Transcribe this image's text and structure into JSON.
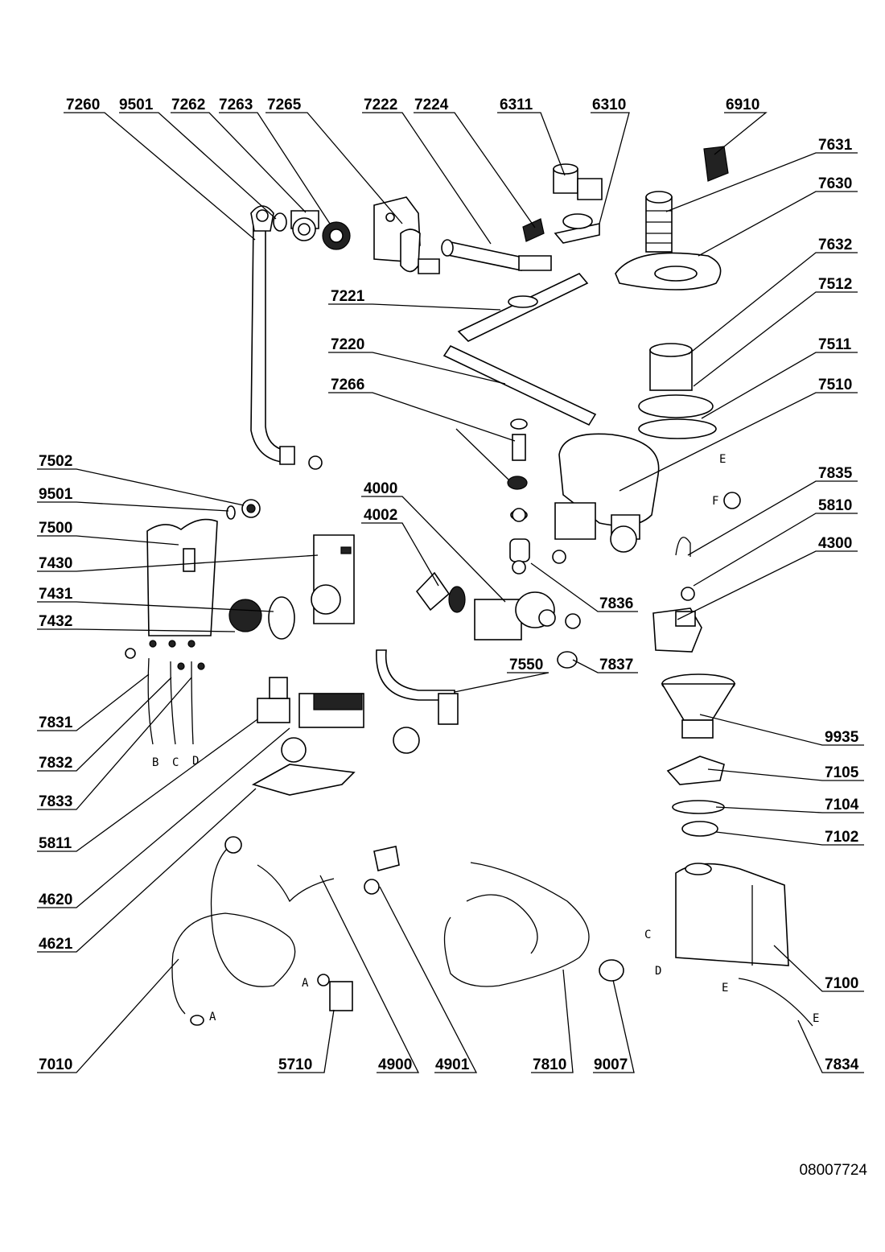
{
  "diagram": {
    "reference_number": "08007724",
    "part_labels": {
      "p7260": "7260",
      "p9501a": "9501",
      "p7262": "7262",
      "p7263": "7263",
      "p7265": "7265",
      "p7222": "7222",
      "p7224": "7224",
      "p6311": "6311",
      "p6310": "6310",
      "p6910": "6910",
      "p7631": "7631",
      "p7630": "7630",
      "p7632": "7632",
      "p7512": "7512",
      "p7511": "7511",
      "p7510": "7510",
      "p7221": "7221",
      "p7220": "7220",
      "p7266": "7266",
      "p7502": "7502",
      "p9501b": "9501",
      "p7500": "7500",
      "p7430": "7430",
      "p7431": "7431",
      "p7432": "7432",
      "p4000": "4000",
      "p4002": "4002",
      "p7835": "7835",
      "p5810": "5810",
      "p4300": "4300",
      "p7836": "7836",
      "p7550": "7550",
      "p7837": "7837",
      "p7831": "7831",
      "p7832": "7832",
      "p7833": "7833",
      "p5811": "5811",
      "p4620": "4620",
      "p4621": "4621",
      "p9935": "9935",
      "p7105": "7105",
      "p7104": "7104",
      "p7102": "7102",
      "p7100": "7100",
      "p7010": "7010",
      "p5710": "5710",
      "p4900": "4900",
      "p4901": "4901",
      "p7810": "7810",
      "p9007": "9007",
      "p7834": "7834"
    },
    "connection_letters": {
      "b1": "B",
      "c1": "C",
      "d1": "D",
      "e1": "E",
      "f1": "F",
      "a1": "A",
      "a2": "A",
      "c2": "C",
      "d2": "D",
      "e2": "E",
      "e3": "E"
    }
  }
}
